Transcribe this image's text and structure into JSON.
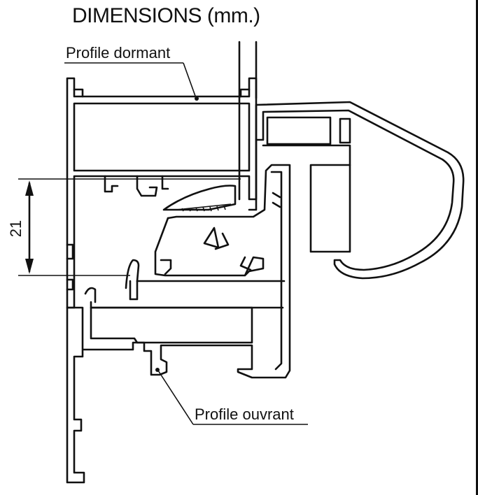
{
  "title": "DIMENSIONS (mm.)",
  "labels": {
    "dormant": "Profile dormant",
    "ouvrant": "Profile ouvrant"
  },
  "dimension": {
    "value": "21"
  },
  "colors": {
    "stroke": "#111111",
    "background": "#ffffff"
  }
}
